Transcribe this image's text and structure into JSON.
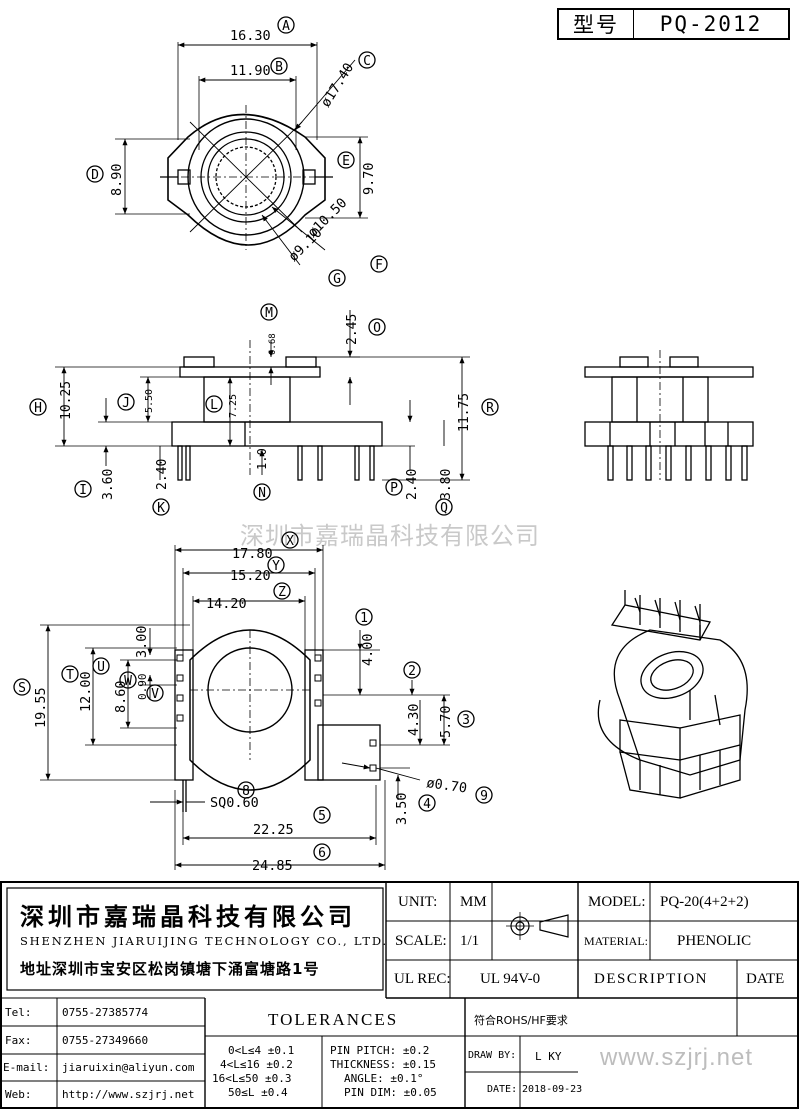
{
  "header": {
    "type_label": "型号",
    "type_value": "PQ-2012"
  },
  "watermark": "深圳市嘉瑞晶科技有限公司",
  "site_watermark": "www.szjrj.net",
  "top_view": {
    "dims": {
      "A": "16.30",
      "B": "11.90",
      "C": "ø17.40",
      "D": "8.90",
      "E": "9.70",
      "F": "ø10.50",
      "G": "ø9.10"
    }
  },
  "side_view": {
    "dims": {
      "H": "10.25",
      "I": "3.60",
      "J": "5.50",
      "K": "2.40",
      "L": "7.25",
      "M": "0.68",
      "N": "1.0",
      "O": "2.45",
      "P": "2.40",
      "Q": "3.80",
      "R": "11.75"
    }
  },
  "bottom_view": {
    "dims": {
      "X": "17.80",
      "Y": "15.20",
      "Z": "14.20",
      "S": "19.55",
      "T": "12.00",
      "U": "3.00",
      "V": "8.60",
      "W": "0.90",
      "d1": "4.00",
      "d2": "4.30",
      "d3": "5.70",
      "d4": "3.50",
      "d5": "22.25",
      "d6": "24.85",
      "d8": "SQ0.60",
      "d9": "ø0.70"
    }
  },
  "title_block": {
    "company_cn": "深圳市嘉瑞晶科技有限公司",
    "company_en": "SHENZHEN JIARUIJING TECHNOLOGY CO., LTD.",
    "address": "地址深圳市宝安区松岗镇塘下涌富塘路1号",
    "unit_label": "UNIT:",
    "unit_value": "MM",
    "scale_label": "SCALE:",
    "scale_value": "1/1",
    "ulrec_label": "UL REC:",
    "ulrec_value": "UL 94V-0",
    "model_label": "MODEL:",
    "model_value": "PQ-20(4+2+2)",
    "material_label": "MATERIAL:",
    "material_value": "PHENOLIC",
    "description_label": "DESCRIPTION",
    "date_label": "DATE",
    "rohs": "符合ROHS/HF要求",
    "tel_label": "Tel:",
    "tel_value": "0755-27385774",
    "fax_label": "Fax:",
    "fax_value": "0755-27349660",
    "email_label": "E-mail:",
    "email_value": "jiaruixin@aliyun.com",
    "web_label": "Web:",
    "web_value": "http://www.szjrj.net",
    "tolerances_title": "TOLERANCES",
    "tol_rows": [
      "0<L≤4 ±0.1",
      "4<L≤16 ±0.2",
      "16<L≤50 ±0.3",
      "50≤L ±0.4"
    ],
    "pin_rows": [
      "PIN PITCH: ±0.2",
      "THICKNESS: ±0.15",
      "ANGLE: ±0.1°",
      "PIN DIM: ±0.05"
    ],
    "drawby_label": "DRAW BY:",
    "drawby_value": "L KY",
    "date_field_label": "DATE:",
    "date_value": "2018-09-23"
  }
}
